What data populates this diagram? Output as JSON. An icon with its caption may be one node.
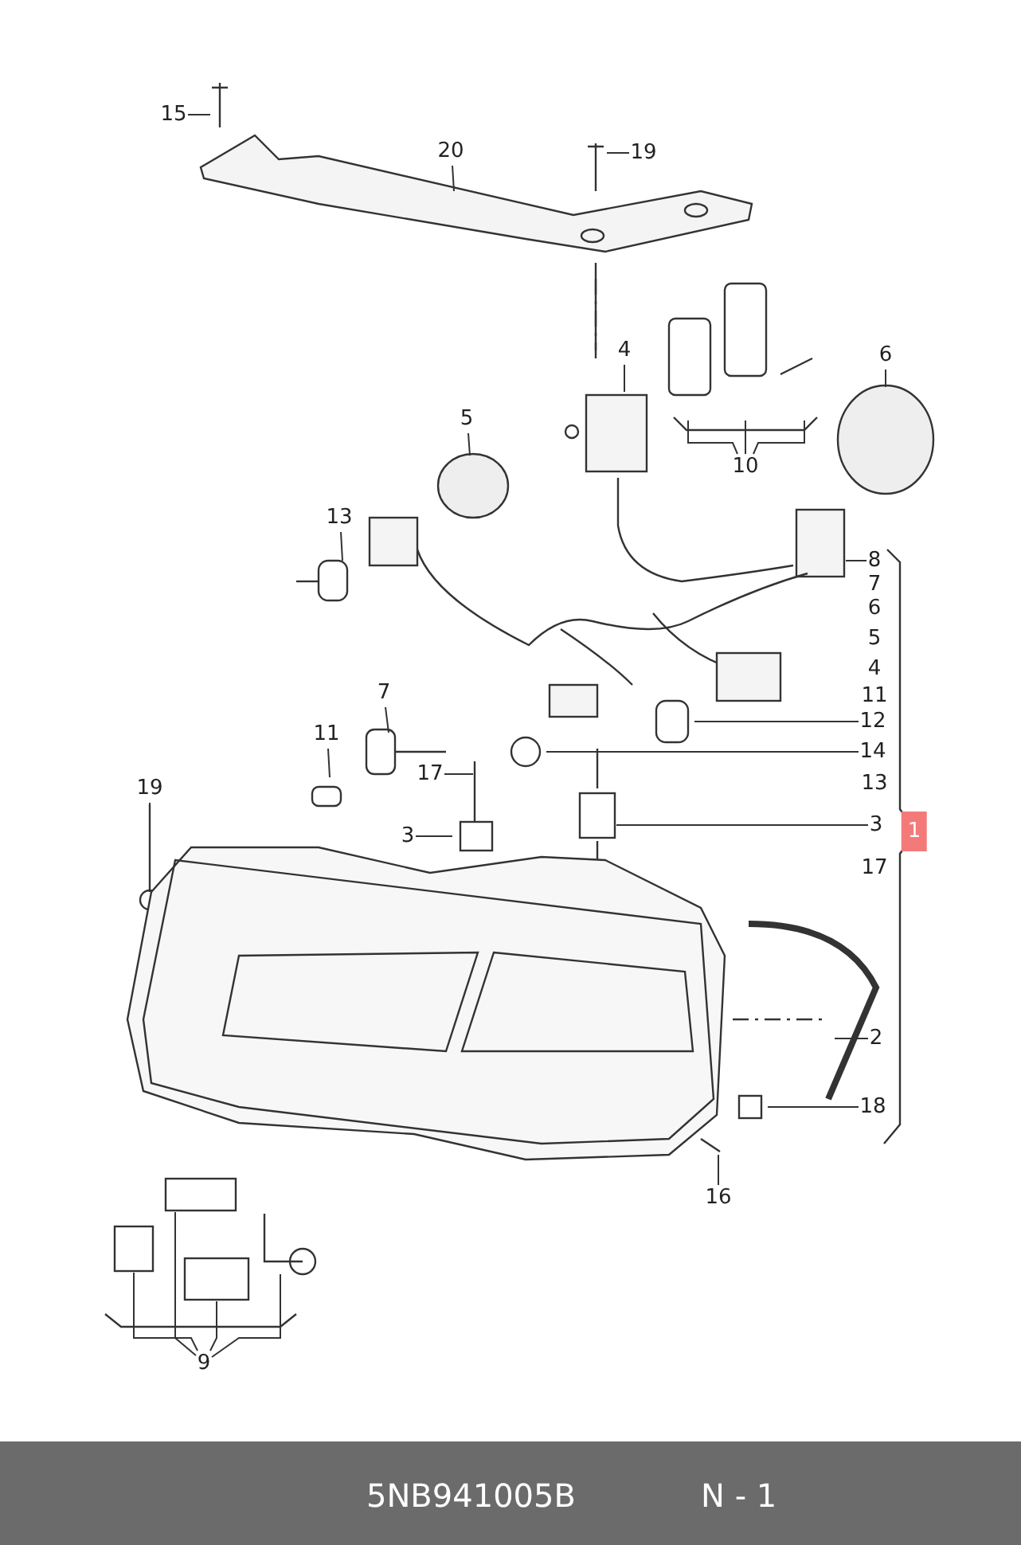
{
  "diagram": {
    "nodes": [
      {
        "text": [
          "15"
        ]
      },
      {
        "text": [
          "20"
        ]
      },
      {
        "text": [
          "19"
        ]
      },
      {
        "text": [
          "4"
        ]
      },
      {
        "text": [
          "10"
        ]
      },
      {
        "text": [
          "6"
        ]
      },
      {
        "text": [
          "5"
        ]
      },
      {
        "text": [
          "13"
        ]
      },
      {
        "text": [
          "8"
        ]
      },
      {
        "text": [
          "7"
        ]
      },
      {
        "text": [
          "11"
        ]
      },
      {
        "text": [
          "12"
        ]
      },
      {
        "text": [
          "14"
        ]
      },
      {
        "text": [
          "19"
        ]
      },
      {
        "text": [
          "17"
        ]
      },
      {
        "text": [
          "3"
        ]
      },
      {
        "text": [
          "3"
        ]
      },
      {
        "text": [
          "2"
        ]
      },
      {
        "text": [
          "18"
        ]
      },
      {
        "text": [
          "16"
        ]
      },
      {
        "text": [
          "9"
        ]
      }
    ],
    "edges": [
      {
        "from": 0,
        "to": null,
        "arrow": "none"
      },
      {
        "from": 1,
        "to": null,
        "arrow": "none"
      },
      {
        "from": 2,
        "to": null,
        "arrow": "none"
      },
      {
        "from": 3,
        "to": null,
        "arrow": "none"
      },
      {
        "from": 4,
        "to": null,
        "arrow": "none"
      },
      {
        "from": 4,
        "to": null,
        "arrow": "none"
      },
      {
        "from": 4,
        "to": null,
        "arrow": "none"
      },
      {
        "from": 5,
        "to": null,
        "arrow": "none"
      },
      {
        "from": 6,
        "to": null,
        "arrow": "none"
      },
      {
        "from": 7,
        "to": null,
        "arrow": "none"
      },
      {
        "from": 8,
        "to": null,
        "arrow": "none"
      },
      {
        "from": 9,
        "to": null,
        "arrow": "none"
      },
      {
        "from": 10,
        "to": null,
        "arrow": "none"
      },
      {
        "from": 11,
        "to": null,
        "arrow": "none"
      },
      {
        "from": 12,
        "to": null,
        "arrow": "none"
      },
      {
        "from": 13,
        "to": null,
        "arrow": "none"
      },
      {
        "from": 14,
        "to": null,
        "arrow": "none"
      },
      {
        "from": 15,
        "to": null,
        "arrow": "none"
      },
      {
        "from": 16,
        "to": null,
        "arrow": "none"
      },
      {
        "from": 17,
        "to": null,
        "arrow": "none"
      },
      {
        "from": 18,
        "to": null,
        "arrow": "none"
      },
      {
        "from": 19,
        "to": null,
        "arrow": "none"
      },
      {
        "from": 20,
        "to": null,
        "arrow": "none"
      },
      {
        "from": 20,
        "to": null,
        "arrow": "none"
      },
      {
        "from": 20,
        "to": null,
        "arrow": "none"
      },
      {
        "from": 20,
        "to": null,
        "arrow": "none"
      }
    ],
    "labels": [
      "7",
      "6",
      "5",
      "4",
      "11",
      "13",
      "1",
      "17",
      "5NB941005B",
      "N - 1"
    ]
  }
}
